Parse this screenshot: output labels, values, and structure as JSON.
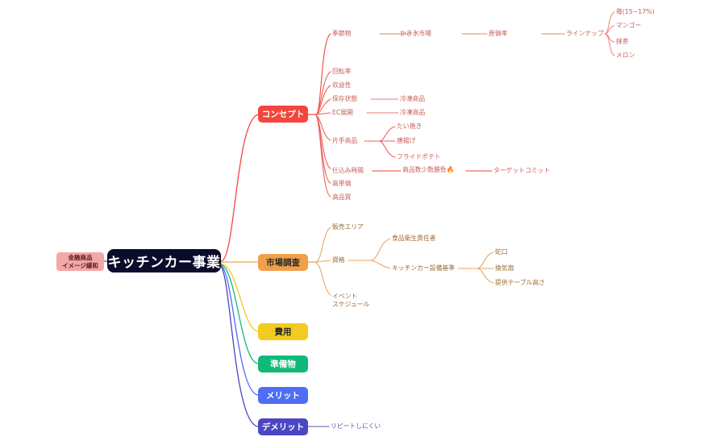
{
  "diagram": {
    "type": "mind-map",
    "title": "キッチンカー事業",
    "root": {
      "label": "キッチンカー事業",
      "color": "#0b0b2b"
    },
    "left_note": {
      "line1": "金融商品",
      "line2": "イメージ緩和",
      "color": "#f5a6a6"
    },
    "branches": [
      {
        "label": "コンセプト",
        "color": "#f4463c"
      },
      {
        "label": "市場調査",
        "color": "#f0a04b"
      },
      {
        "label": "費用",
        "color": "#f2cb22"
      },
      {
        "label": "準備物",
        "color": "#11b978"
      },
      {
        "label": "メリット",
        "color": "#4d6ef5"
      },
      {
        "label": "デメリット",
        "color": "#4b46c4"
      }
    ],
    "concept_children": [
      {
        "label": "季節物"
      },
      {
        "label": "回転率"
      },
      {
        "label": "収益性"
      },
      {
        "label": "保存状態"
      },
      {
        "label": "EC展開"
      },
      {
        "label": "片手商品"
      },
      {
        "label": "仕込み時間"
      },
      {
        "label": "高単価"
      },
      {
        "label": "高品質"
      }
    ],
    "concept_l3": {
      "kakigori": "かき氷市場",
      "genkaritsu": "原価率",
      "lineup": "ラインナップ",
      "frozen_a": "冷凍商品",
      "frozen_b": "冷凍商品",
      "taiyaki": "たい焼き",
      "karaage": "唐揚げ",
      "fries": "フライドポテト",
      "shoban": "商品数少数勝負🔥",
      "target": "ターゲットコミット"
    },
    "lineup_items": [
      {
        "label": "苺(15~17%)"
      },
      {
        "label": "マンゴー"
      },
      {
        "label": "抹茶"
      },
      {
        "label": "メロン"
      }
    ],
    "market_children": [
      {
        "label": "販売エリア"
      },
      {
        "label": "資格"
      },
      {
        "label": "イベント"
      },
      {
        "label": "スケジュール"
      }
    ],
    "market_l3": {
      "shokuhin": "食品衛生責任者",
      "kitchencar": "キッチンカー設備基準"
    },
    "equipment_items": [
      {
        "label": "蛇口"
      },
      {
        "label": "換気扇"
      },
      {
        "label": "提供テーブル高さ"
      }
    ],
    "demerit_children": [
      {
        "label": "リピートしにくい"
      }
    ]
  }
}
